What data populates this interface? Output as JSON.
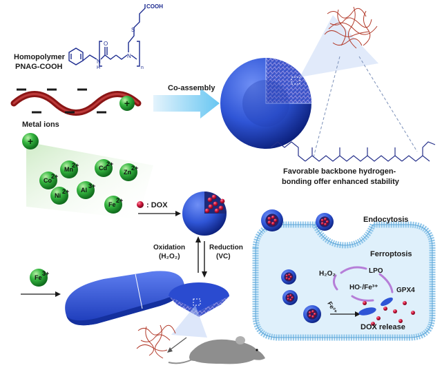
{
  "polymer": {
    "name_line1": "Homopolymer",
    "name_line2": "PNAG-COOH",
    "cooh": "COOH",
    "atom_o": "O",
    "atom_h": "H",
    "atom_n": "N",
    "atom_n2": "N",
    "subscript_n": "n",
    "atom_s": "S"
  },
  "charges": {
    "plus": "+"
  },
  "co_assembly": "Co-assembly",
  "metal_ions": {
    "title": "Metal ions",
    "ions": [
      {
        "base": "Co",
        "sup": "2+"
      },
      {
        "base": "Mn",
        "sup": "2+"
      },
      {
        "base": "Cd",
        "sup": "2+"
      },
      {
        "base": "Zn",
        "sup": "2+"
      },
      {
        "base": "Ni",
        "sup": "2+"
      },
      {
        "base": "Al",
        "sup": "3+"
      },
      {
        "base": "Fe",
        "sup": "2+"
      }
    ]
  },
  "dox_legend": ": DOX",
  "stability_note": {
    "line1": "Favorable backbone hydrogen-",
    "line2": "bonding offer enhanced stability"
  },
  "redox": {
    "oxidation": "Oxidation",
    "oxidation_agent": "(H₂O₂)",
    "reduction": "Reduction",
    "reduction_agent": "(VC)"
  },
  "fe3_input": {
    "base": "Fe",
    "sup": "3+"
  },
  "cell": {
    "endocytosis": "Endocytosis",
    "ferroptosis": "Ferroptosis",
    "h2o2": "H₂O₂",
    "lpo": "LPO",
    "ho_fe": "HO·/Fe³⁺",
    "gpx4": "GPX4",
    "fe2": "Fe²⁺",
    "dox_release": "DOX release"
  },
  "colors": {
    "sphere_blue": "#2f55d6",
    "sphere_dark": "#0d2a9a",
    "ion_green": "#2fae3c",
    "polymer_red": "#b32222",
    "dox_red": "#c0143c",
    "membrane": "#8fc6ea",
    "cytoplasm": "#dff0fb"
  }
}
